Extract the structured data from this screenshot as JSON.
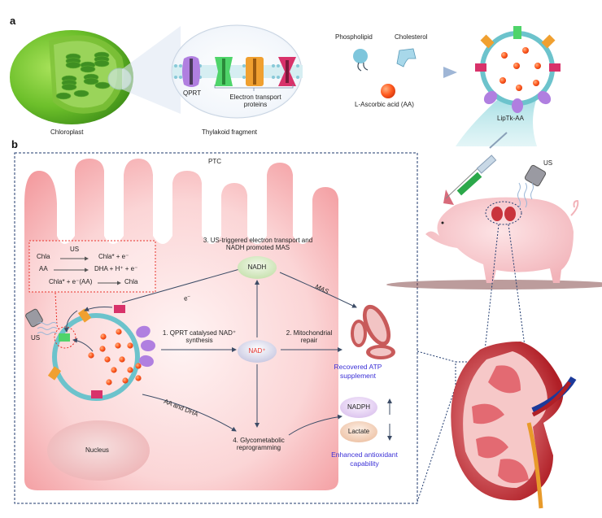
{
  "panel_a": {
    "label": "a",
    "chloroplast_label": "Chloroplast",
    "thylakoid_label": "Thylakoid fragment",
    "qprt_label": "QPRT",
    "etp_label_line1": "Electron transport",
    "etp_label_line2": "proteins",
    "phospholipid_label": "Phospholipid",
    "cholesterol_label": "Cholesterol",
    "aa_label": "L-Ascorbic acid (AA)",
    "liptk_label": "LipTk-AA"
  },
  "panel_b": {
    "label": "b",
    "ptc_label": "PTC",
    "us_label_pig": "US",
    "us_label_cell": "US",
    "reactions": [
      {
        "left": "Chla",
        "over": "US",
        "right": "Chla* + e⁻"
      },
      {
        "left": "AA",
        "over": "",
        "right": "DHA + H⁺ + e⁻"
      },
      {
        "left": "Chla* + e⁻(AA)",
        "over": "",
        "right": "Chla"
      }
    ],
    "step3_line1": "3. US-triggered electron transport and",
    "step3_line2": "NADH promoted MAS",
    "step1_line1": "1. QPRT catalysed NAD⁺",
    "step1_line2": "synthesis",
    "step2_line1": "2. Mitochondrial",
    "step2_line2": "repair",
    "step4_line1": "4. Glycometabolic",
    "step4_line2": "reprogramming",
    "nadh": "NADH",
    "nad": "NAD⁺",
    "nadph": "NADPH",
    "lactate": "Lactate",
    "mas_label": "MAS",
    "e_label": "e⁻",
    "aa_dha_label": "AA and DHA",
    "recovered_line1": "Recovered ATP",
    "recovered_line2": "supplement",
    "enhanced_line1": "Enhanced antioxidant",
    "enhanced_line2": "capability",
    "nucleus": "Nucleus",
    "nadph_trend": "up",
    "lactate_trend": "down"
  },
  "colors": {
    "cell_pink": "#f7b9bb",
    "membrane_teal": "#6cc3cc",
    "qprt_purple": "#b07fe0",
    "etp_green": "#4fd46a",
    "etp_orange": "#f0a030",
    "etp_magenta": "#d8326a",
    "aa_orange": "#ff5a1f",
    "blue_text": "#3a2fd6",
    "nad_red": "#e8322a",
    "dashed_navy": "#1f3a6e",
    "dashed_red": "#e8322a"
  }
}
